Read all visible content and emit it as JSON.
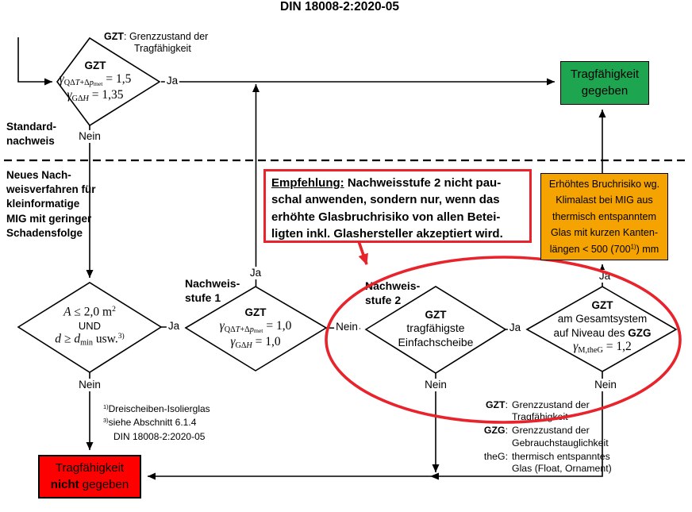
{
  "title": "DIN 18008-2:2020-05",
  "labels": {
    "ja": "Ja",
    "nein": "Nein"
  },
  "legend_top": {
    "l1": [
      [
        "b",
        "GZT"
      ],
      [
        "sn",
        ":  Grenzzustand der"
      ]
    ],
    "l2": [
      [
        "sn",
        "Tragfähigkeit"
      ]
    ]
  },
  "side": {
    "standard": [
      "Standard-",
      "nachweis"
    ],
    "neues": [
      "Neues Nach-",
      "weisverfahren für",
      "kleinformatige",
      "MIG mit geringer",
      "Schadensfolge"
    ]
  },
  "stufe1_label": [
    "Nachweis-",
    "stufe 1"
  ],
  "stufe2_label": [
    "Nachweis-",
    "stufe 2"
  ],
  "diamonds": {
    "d1": {
      "t": [
        [
          "b",
          "GZT"
        ]
      ],
      "f1": [
        [
          "i",
          "γ"
        ],
        [
          "sub",
          "QΔ"
        ],
        [
          "subi",
          "T"
        ],
        [
          "sub",
          "+Δ"
        ],
        [
          "subi",
          "p"
        ],
        [
          "subsub",
          "met"
        ],
        [
          "n",
          " = 1,5"
        ]
      ],
      "f2": [
        [
          "i",
          "γ"
        ],
        [
          "sub",
          "GΔ"
        ],
        [
          "subi",
          "H"
        ],
        [
          "n",
          " = 1,35"
        ]
      ]
    },
    "a": {
      "l1": [
        [
          "i",
          "A"
        ],
        [
          "n",
          " ≤ 2,0 m"
        ],
        [
          "sup",
          "2"
        ]
      ],
      "l2": [
        [
          "sn",
          "UND"
        ]
      ],
      "l3": [
        [
          "i",
          "d"
        ],
        [
          "n",
          " ≥ "
        ],
        [
          "i",
          "d"
        ],
        [
          "sub",
          "min"
        ],
        [
          "sn",
          " usw."
        ],
        [
          "sup",
          "3)"
        ]
      ]
    },
    "nw1": {
      "t": [
        [
          "b",
          "GZT"
        ]
      ],
      "f1": [
        [
          "i",
          "γ"
        ],
        [
          "sub",
          "QΔ"
        ],
        [
          "subi",
          "T"
        ],
        [
          "sub",
          "+Δ"
        ],
        [
          "subi",
          "p"
        ],
        [
          "subsub",
          "met"
        ],
        [
          "n",
          " = 1,0"
        ]
      ],
      "f2": [
        [
          "i",
          "γ"
        ],
        [
          "sub",
          "GΔ"
        ],
        [
          "subi",
          "H"
        ],
        [
          "n",
          " = 1,0"
        ]
      ]
    },
    "nw2": {
      "t": [
        [
          "b",
          "GZT"
        ]
      ],
      "l1": [
        [
          "sn",
          "tragfähigste"
        ]
      ],
      "l2": [
        [
          "sn",
          "Einfachscheibe"
        ]
      ]
    },
    "dr": {
      "t": [
        [
          "b",
          "GZT"
        ]
      ],
      "l1": [
        [
          "sn",
          "am Gesamtsystem"
        ]
      ],
      "l2": [
        [
          "sn",
          "auf Niveau des "
        ],
        [
          "b",
          "GZG"
        ]
      ],
      "f1": [
        [
          "i",
          "γ"
        ],
        [
          "sub",
          "M,theG"
        ],
        [
          "n",
          " = 1,2"
        ]
      ]
    }
  },
  "boxes": {
    "green": {
      "l1": "Tragfähigkeit",
      "l2": "gegeben"
    },
    "red": {
      "l1": [
        [
          "sn",
          "Tragfähigkeit"
        ]
      ],
      "l2": [
        [
          "b",
          "nicht"
        ],
        [
          "sn",
          " gegeben"
        ]
      ]
    },
    "orange": {
      "l1": "Erhöhtes Bruchrisiko wg.",
      "l2": "Klimalast bei MIG aus",
      "l3": "thermisch entspanntem",
      "l4": "Glas mit kurzen Kanten-",
      "l5": [
        [
          "sn",
          "längen < 500 (700"
        ],
        [
          "sup",
          "1)"
        ],
        [
          "sn",
          ") mm"
        ]
      ]
    },
    "empfehlung": {
      "l1": [
        [
          "bu",
          "Empfehlung:"
        ],
        [
          "b",
          " Nachweisstufe 2 nicht pau-"
        ]
      ],
      "l2": [
        [
          "b",
          "schal anwenden, sondern nur, wenn das"
        ]
      ],
      "l3": [
        [
          "b",
          "erhöhte Glasbruchrisiko von allen Betei-"
        ]
      ],
      "l4": [
        [
          "b",
          "ligten inkl. Glashersteller akzeptiert wird."
        ]
      ]
    }
  },
  "footnotes": {
    "fn1": [
      [
        "sup",
        "1)"
      ],
      [
        "sn",
        "Dreischeiben-Isolierglas"
      ]
    ],
    "fn2": [
      [
        "sup",
        "3)"
      ],
      [
        "sn",
        "siehe Abschnitt 6.1.4"
      ]
    ],
    "fn3": [
      [
        "sn",
        "DIN 18008-2:2020-05"
      ]
    ]
  },
  "legend_bottom": {
    "e1": {
      "term": [
        [
          "b",
          "GZT"
        ],
        [
          "sn",
          ":"
        ]
      ],
      "d1": "Grenzzustand der",
      "d2": "Tragfähigkeit"
    },
    "e2": {
      "term": [
        [
          "b",
          "GZG"
        ],
        [
          "sn",
          ":"
        ]
      ],
      "d1": "Grenzzustand der",
      "d2": "Gebrauchstauglichkeit"
    },
    "e3": {
      "term": [
        [
          "sn",
          "theG:"
        ]
      ],
      "d1": "thermisch entspanntes",
      "d2": "Glas (Float, Ornament)"
    }
  },
  "colors": {
    "green": "#1EA550",
    "orange": "#F5A300",
    "red": "#FF0000",
    "accent_red": "#E8232B",
    "line": "#000000"
  }
}
